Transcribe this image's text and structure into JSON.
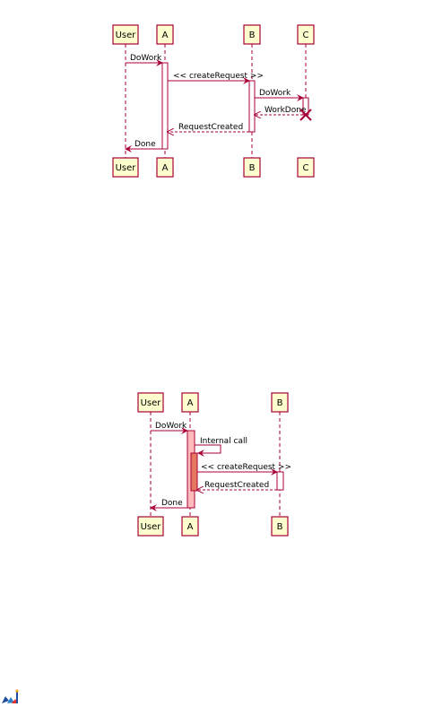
{
  "diagram1": {
    "participants": [
      "User",
      "A",
      "B",
      "C"
    ],
    "messages": {
      "user_a": "DoWork",
      "a_b": "<< createRequest >>",
      "b_c": "DoWork",
      "c_b": "WorkDone",
      "b_a": "RequestCreated",
      "a_user": "Done"
    }
  },
  "diagram2": {
    "participants": [
      "User",
      "A",
      "B"
    ],
    "messages": {
      "user_a": "DoWork",
      "a_self": "Internal call",
      "a_b": "<< createRequest >>",
      "b_a": "RequestCreated",
      "a_user": "Done"
    }
  },
  "colors": {
    "participant_fill": "#FEFECE",
    "border": "#A80036",
    "activation_pink": "#FFBBBB",
    "activation_red": "#E57860"
  },
  "icons": [
    "plantuml-logo-icon"
  ]
}
